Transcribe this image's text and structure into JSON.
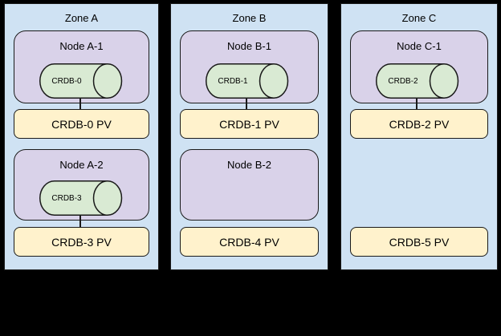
{
  "diagram": {
    "background_color": "#000000",
    "colors": {
      "zone_fill": "#cfe2f3",
      "node_fill": "#d9d2e9",
      "pod_fill": "#d9ead3",
      "pv_fill": "#fff2cc",
      "border": "#1a1a1a"
    },
    "zones": [
      {
        "label": "Zone A",
        "rows": [
          {
            "node_label": "Node A-1",
            "pod_label": "CRDB-0",
            "pv_label": "CRDB-0 PV"
          },
          {
            "node_label": "Node A-2",
            "pod_label": "CRDB-3",
            "pv_label": "CRDB-3 PV"
          }
        ]
      },
      {
        "label": "Zone B",
        "rows": [
          {
            "node_label": "Node B-1",
            "pod_label": "CRDB-1",
            "pv_label": "CRDB-1 PV"
          },
          {
            "node_label": "Node B-2",
            "pv_label": "CRDB-4 PV"
          }
        ]
      },
      {
        "label": "Zone C",
        "rows": [
          {
            "node_label": "Node C-1",
            "pod_label": "CRDB-2",
            "pv_label": "CRDB-2 PV"
          },
          {
            "pv_label": "CRDB-5 PV"
          }
        ]
      }
    ]
  }
}
